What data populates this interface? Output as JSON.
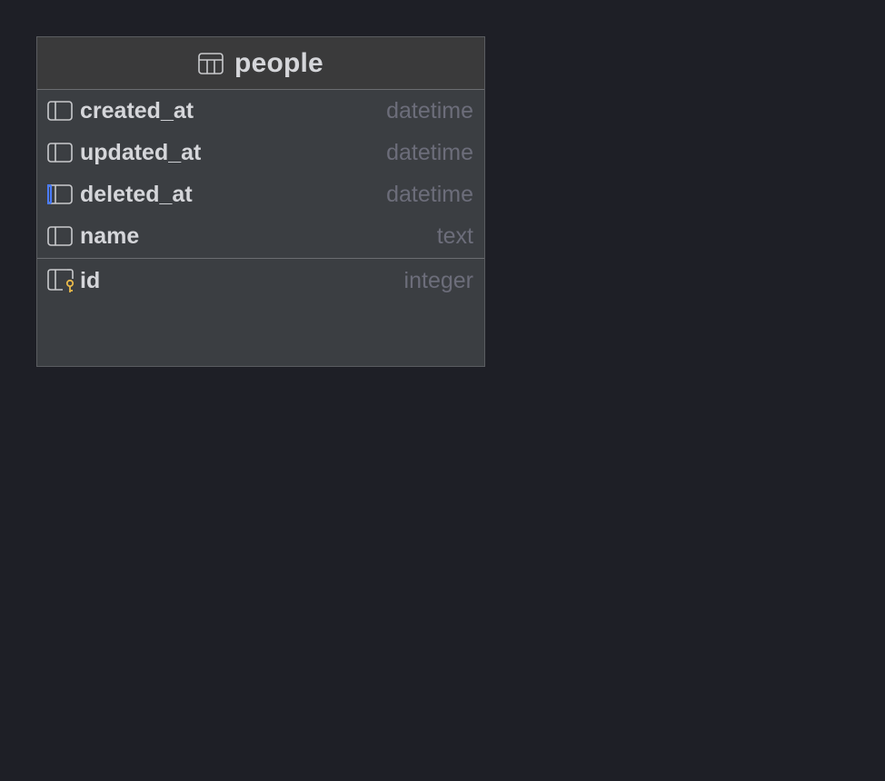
{
  "table": {
    "name": "people",
    "columns": [
      {
        "name": "created_at",
        "type": "datetime",
        "icon": "column-icon"
      },
      {
        "name": "updated_at",
        "type": "datetime",
        "icon": "column-icon"
      },
      {
        "name": "deleted_at",
        "type": "datetime",
        "icon": "column-highlighted-icon"
      },
      {
        "name": "name",
        "type": "text",
        "icon": "column-icon"
      }
    ],
    "primary_key": {
      "name": "id",
      "type": "integer",
      "icon": "primary-key-icon"
    }
  },
  "colors": {
    "background": "#1e1f26",
    "card": "#3b3e42",
    "header": "#3a3a3b",
    "text": "#d5d6da",
    "type_text": "#6c6d7a",
    "highlight": "#4a7cff",
    "key": "#e8b94a"
  }
}
